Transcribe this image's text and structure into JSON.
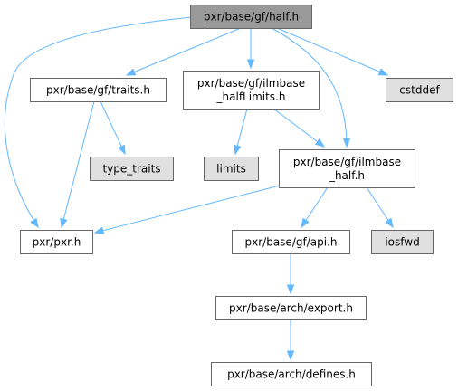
{
  "colors": {
    "edge": "#63b8ff",
    "root_fill": "#999999",
    "node_fill": "#ffffff",
    "system_fill": "#e0e0e0",
    "border": "#666666"
  },
  "nodes": [
    {
      "id": "half",
      "lines": [
        "pxr/base/gf/half.h"
      ],
      "kind": "root"
    },
    {
      "id": "traits",
      "lines": [
        "pxr/base/gf/traits.h"
      ],
      "kind": "file"
    },
    {
      "id": "ilmhl",
      "lines": [
        "pxr/base/gf/ilmbase",
        "_halfLimits.h"
      ],
      "kind": "file"
    },
    {
      "id": "cstddef",
      "lines": [
        "cstddef"
      ],
      "kind": "system"
    },
    {
      "id": "type_traits",
      "lines": [
        "type_traits"
      ],
      "kind": "system"
    },
    {
      "id": "limits",
      "lines": [
        "limits"
      ],
      "kind": "system"
    },
    {
      "id": "ilmh",
      "lines": [
        "pxr/base/gf/ilmbase",
        "_half.h"
      ],
      "kind": "file"
    },
    {
      "id": "pxrh",
      "lines": [
        "pxr/pxr.h"
      ],
      "kind": "file"
    },
    {
      "id": "api",
      "lines": [
        "pxr/base/gf/api.h"
      ],
      "kind": "file"
    },
    {
      "id": "iosfwd",
      "lines": [
        "iosfwd"
      ],
      "kind": "system"
    },
    {
      "id": "export",
      "lines": [
        "pxr/base/arch/export.h"
      ],
      "kind": "file"
    },
    {
      "id": "defines",
      "lines": [
        "pxr/base/arch/defines.h"
      ],
      "kind": "file"
    }
  ],
  "edges": [
    {
      "from": "half",
      "to": "traits"
    },
    {
      "from": "half",
      "to": "ilmhl"
    },
    {
      "from": "half",
      "to": "cstddef"
    },
    {
      "from": "half",
      "to": "ilmh"
    },
    {
      "from": "half",
      "to": "pxrh"
    },
    {
      "from": "traits",
      "to": "type_traits"
    },
    {
      "from": "traits",
      "to": "pxrh"
    },
    {
      "from": "ilmhl",
      "to": "limits"
    },
    {
      "from": "ilmhl",
      "to": "ilmh"
    },
    {
      "from": "ilmh",
      "to": "pxrh"
    },
    {
      "from": "ilmh",
      "to": "api"
    },
    {
      "from": "ilmh",
      "to": "iosfwd"
    },
    {
      "from": "api",
      "to": "export"
    },
    {
      "from": "export",
      "to": "defines"
    }
  ]
}
